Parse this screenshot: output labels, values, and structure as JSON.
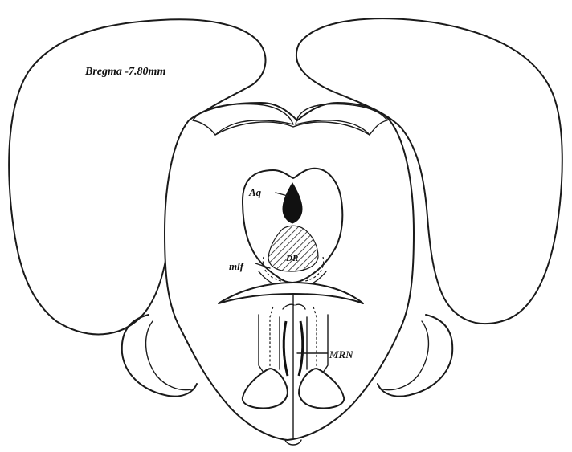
{
  "labels": {
    "bregma": "Bregma -7.80mm",
    "aq": "Aq",
    "dr": "DR",
    "mlf": "mlf",
    "mrn": "MRN"
  },
  "colors": {
    "ink": "#1a1a1a",
    "background": "#ffffff"
  }
}
